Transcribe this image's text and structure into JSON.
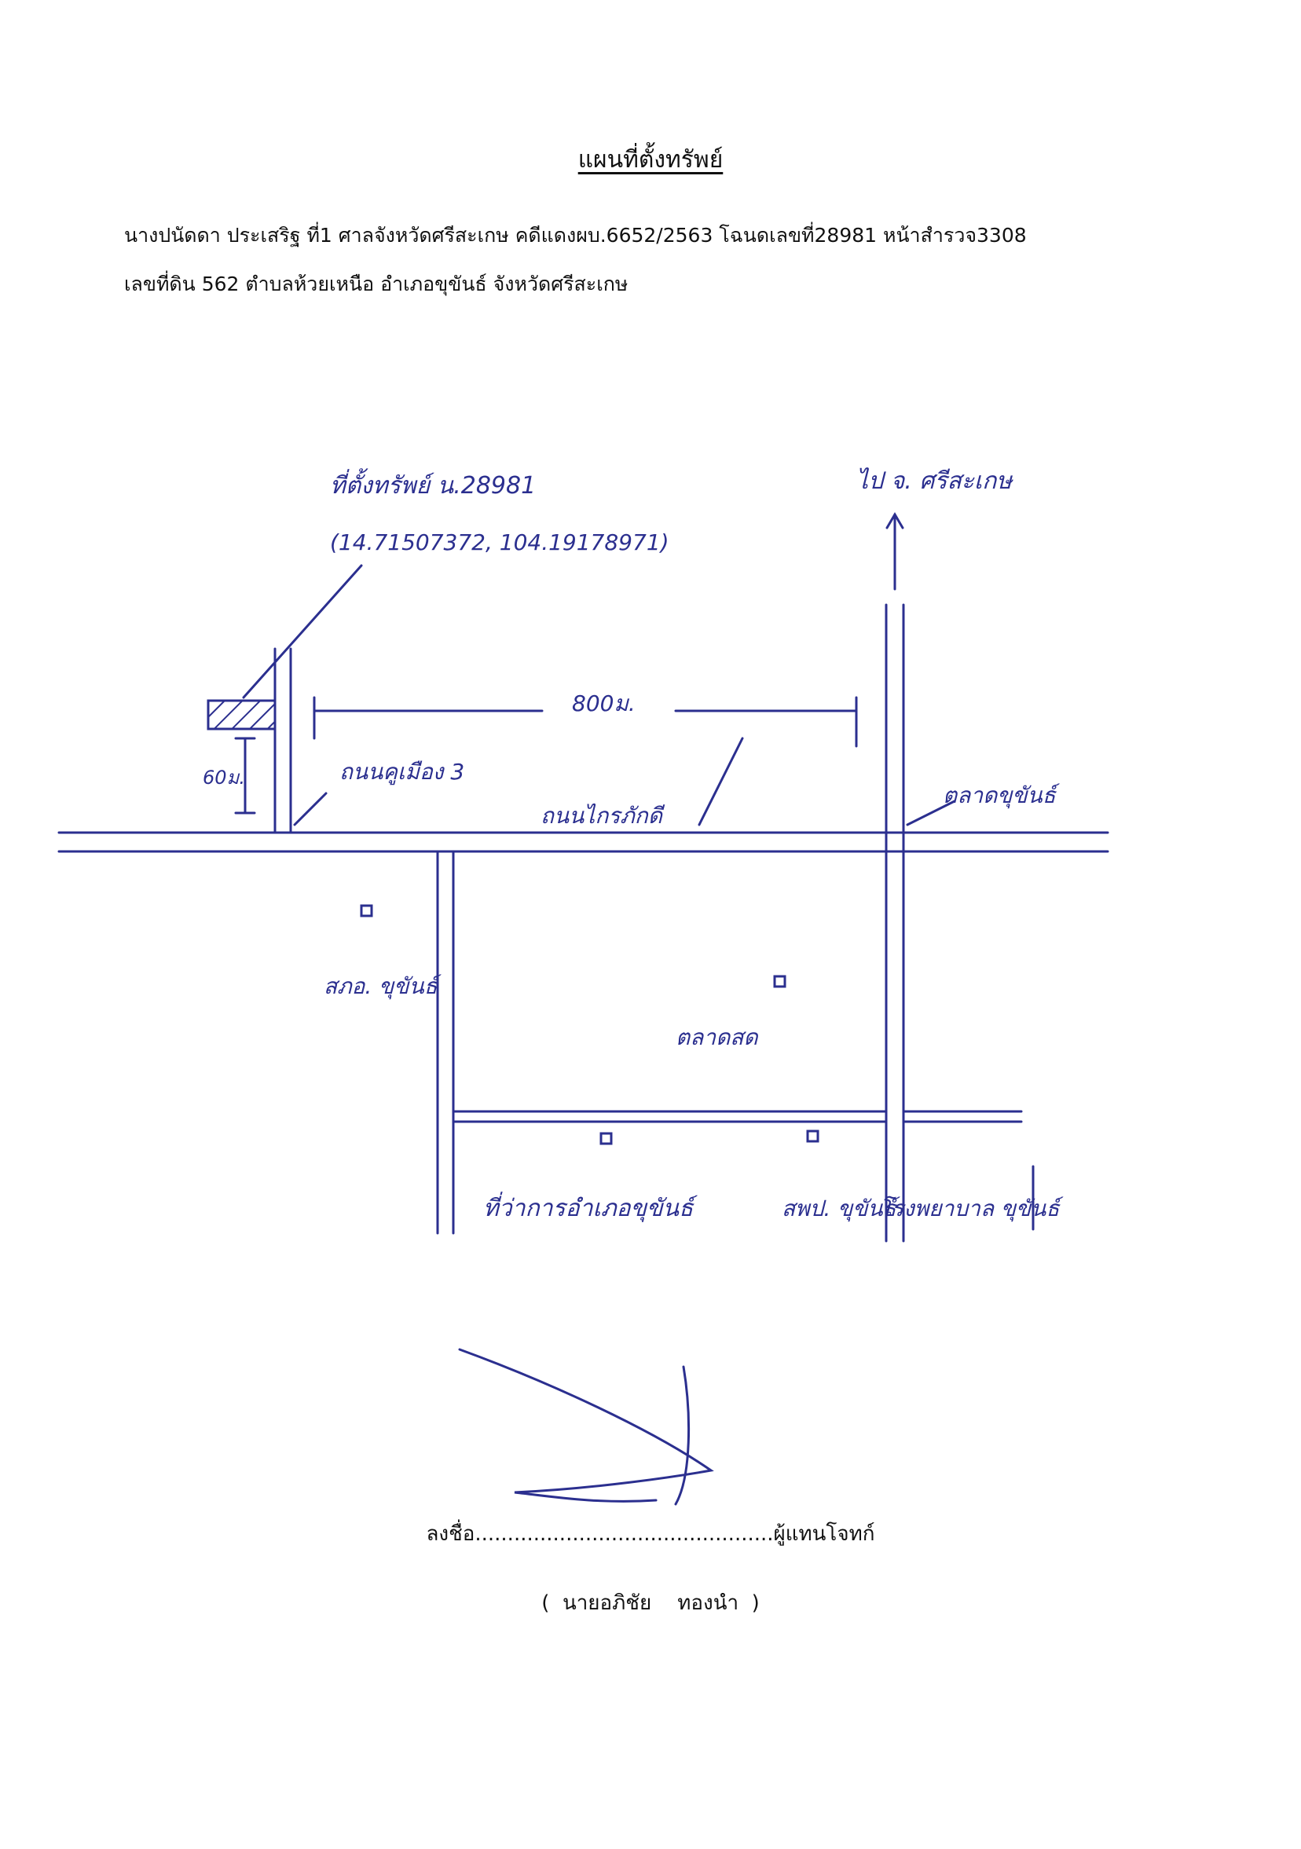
{
  "document": {
    "title": "แผนที่ตั้งทรัพย์",
    "header_line1": "นางปนัดดา ประเสริฐ ที่1 ศาลจังหวัดศรีสะเกษ คดีแดงผบ.6652/2563 โฉนดเลขที่28981 หน้าสำรวจ3308",
    "header_line2": "เลขที่ดิน 562 ตำบลห้วยเหนือ อำเภอขุขันธ์ จังหวัดศรีสะเกษ"
  },
  "map": {
    "property_label": "ที่ตั้งทรัพย์ น.28981",
    "coordinates": "(14.71507372, 104.19178971)",
    "destination": "ไป จ. ศรีสะเกษ",
    "distance": "800ม.",
    "side_distance": "60ม.",
    "road_side": "ถนนคูเมือง 3",
    "road_main": "ถนนไกรภักดี",
    "market": "ตลาดขุขันธ์",
    "district_office": "ที่ว่าการอำเภอขุขันธ์",
    "police": "สภอ. ขุขันธ์",
    "fresh_market": "ตลาดสด",
    "school": "สพป. ขุขันธ์",
    "hospital": "โรงพยาบาล ขุขันธ์",
    "ink_color": "#2b2f8f"
  },
  "signature": {
    "sign_line": "ลงชื่อ..............................................ผู้แทนโจทก์",
    "name": "(  นายอภิชัย    ทองนำ  )"
  }
}
